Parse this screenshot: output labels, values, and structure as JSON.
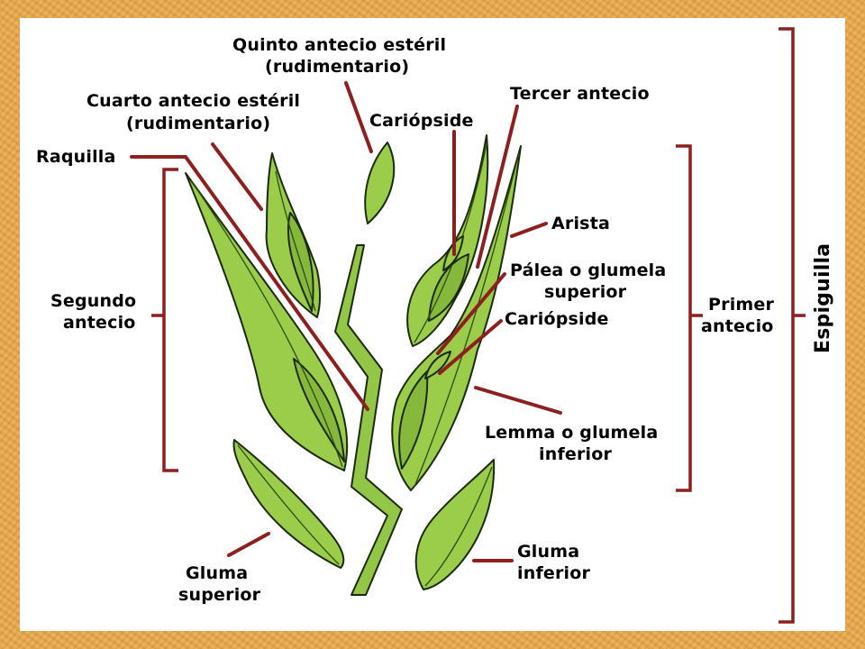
{
  "colors": {
    "border": "#e7a84d",
    "panel": "#ffffff",
    "leader_lines": "#8e1f1f",
    "plant_green": "#9bcd4a",
    "outline": "#1b2a0d"
  },
  "labels": {
    "quinto": [
      "Quinto antecio estéril",
      "(rudimentario)"
    ],
    "cuarto": [
      "Cuarto antecio estéril",
      "(rudimentario)"
    ],
    "raquilla": "Raquilla",
    "cariopside_top": "Cariópside",
    "tercer": "Tercer antecio",
    "arista": "Arista",
    "palea": [
      "Pálea o glumela",
      "superior"
    ],
    "cariopside_mid": "Cariópside",
    "segundo": [
      "Segundo",
      "antecio"
    ],
    "primer": [
      "Primer",
      "antecio"
    ],
    "lemma": [
      "Lemma o glumela",
      "inferior"
    ],
    "gluma_superior": [
      "Gluma",
      "superior"
    ],
    "gluma_inferior": [
      "Gluma",
      "inferior"
    ],
    "espiguilla": "Espiguilla"
  }
}
